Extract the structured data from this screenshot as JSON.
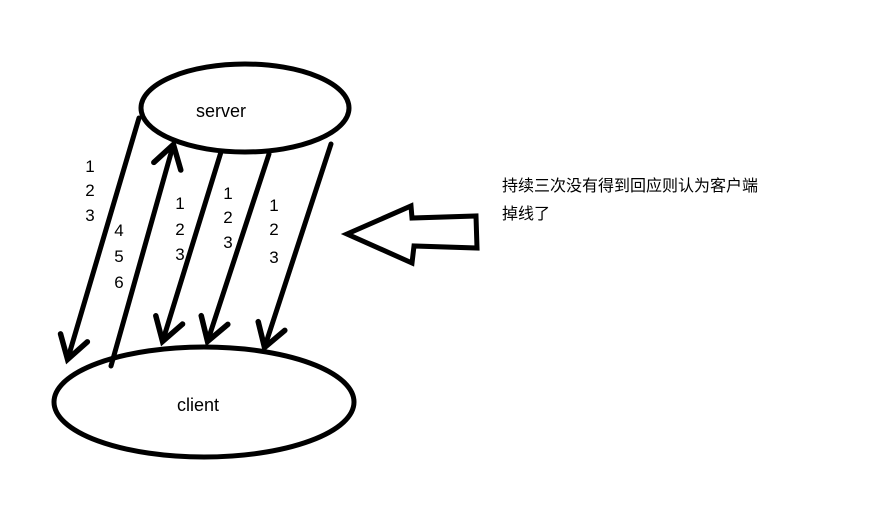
{
  "canvas": {
    "background_color": "#ffffff",
    "ink_color": "#000000"
  },
  "nodes": {
    "server": {
      "label": "server"
    },
    "client": {
      "label": "client"
    }
  },
  "annotation": {
    "line1": "持续三次没有得到回应则认为客户端",
    "line2": "掉线了"
  },
  "icons": {
    "callout_arrow": "left-arrow"
  },
  "sequences": [
    {
      "direction": "server-to-client",
      "labels": [
        "1",
        "2",
        "3"
      ]
    },
    {
      "direction": "client-to-server",
      "labels": [
        "4",
        "5",
        "6"
      ]
    },
    {
      "direction": "server-to-client",
      "labels": [
        "1",
        "2",
        "3"
      ]
    },
    {
      "direction": "server-to-client",
      "labels": [
        "1",
        "2",
        "3"
      ]
    },
    {
      "direction": "server-to-client",
      "labels": [
        "1",
        "2",
        "3"
      ]
    }
  ]
}
